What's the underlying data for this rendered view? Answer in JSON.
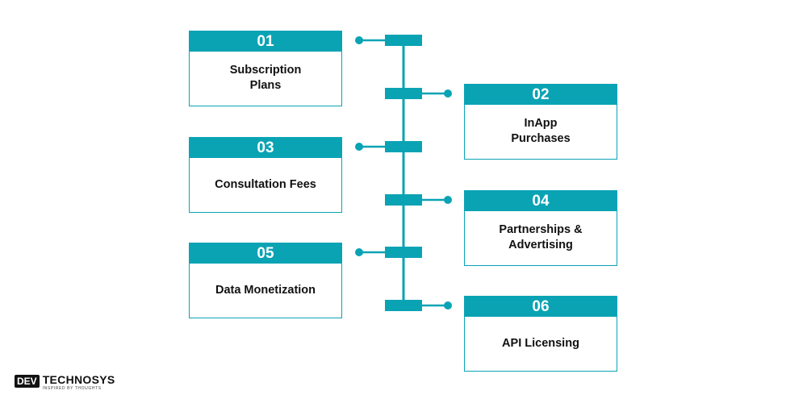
{
  "colors": {
    "accent": "#0aa3b4",
    "text": "#111111",
    "background": "#ffffff"
  },
  "steps": [
    {
      "number": "01",
      "label": "Subscription\nPlans",
      "side": "left"
    },
    {
      "number": "02",
      "label": "InApp\nPurchases",
      "side": "right"
    },
    {
      "number": "03",
      "label": "Consultation Fees",
      "side": "left"
    },
    {
      "number": "04",
      "label": "Partnerships &\nAdvertising",
      "side": "right"
    },
    {
      "number": "05",
      "label": "Data Monetization",
      "side": "left"
    },
    {
      "number": "06",
      "label": "API Licensing",
      "side": "right"
    }
  ],
  "logo": {
    "badge": "DEV",
    "brand": "TECHNOSYS",
    "tagline": "INSPIRED BY THOUGHTS"
  }
}
